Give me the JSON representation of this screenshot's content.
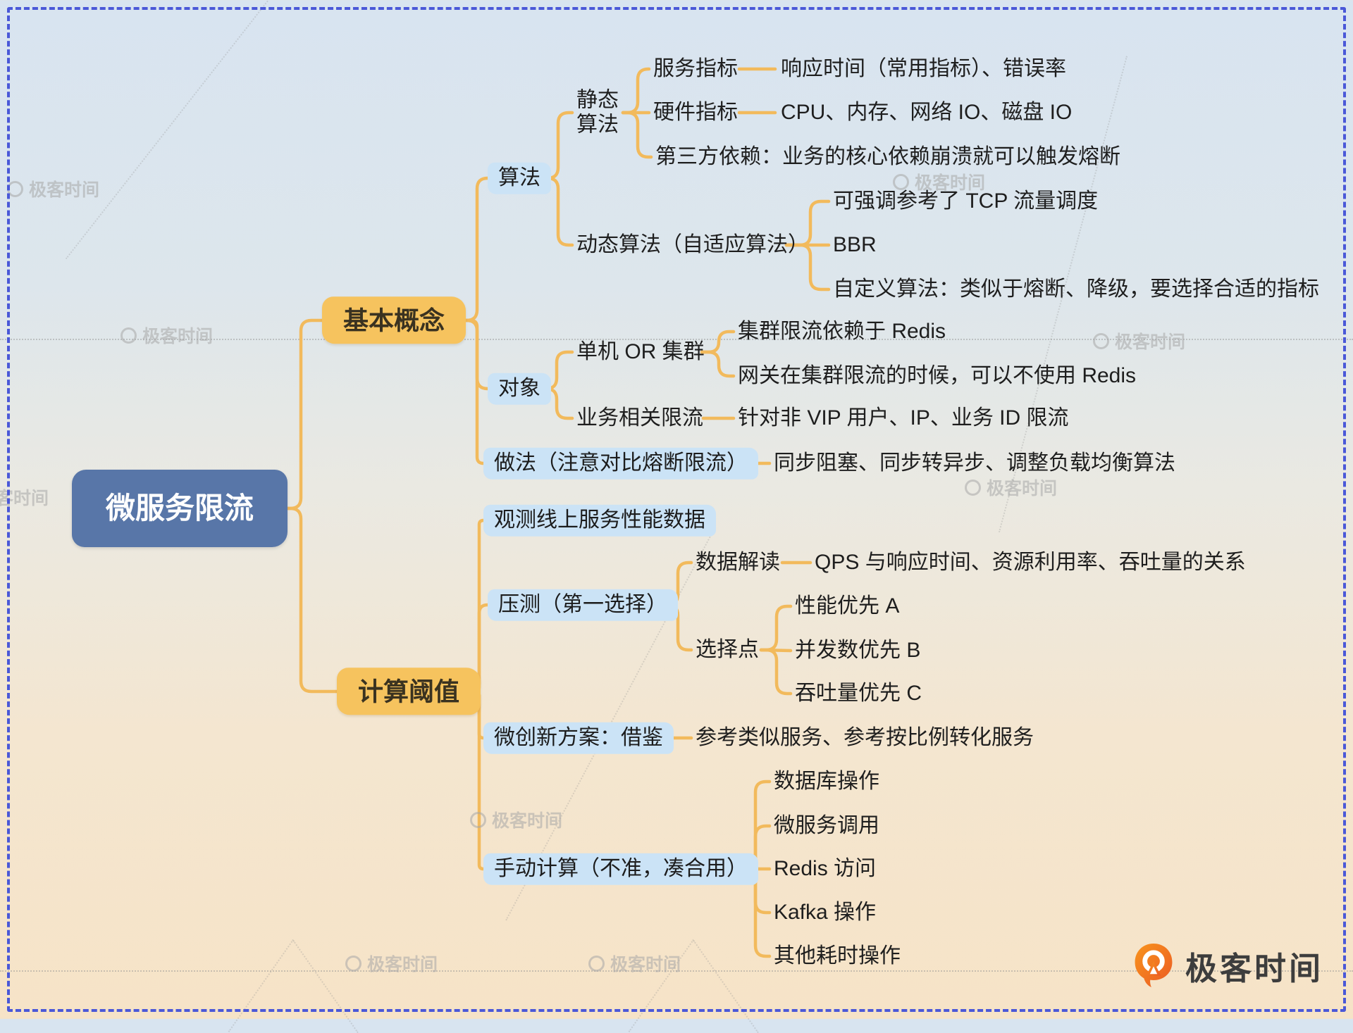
{
  "mindmap": {
    "root": {
      "label": "微服务限流"
    },
    "branches": [
      {
        "label": "基本概念",
        "children": [
          {
            "label": "算法",
            "children": [
              {
                "label": "静态算法",
                "lines": [
                  "静态",
                  "算法"
                ],
                "children": [
                  {
                    "label": "服务指标",
                    "children": [
                      {
                        "label": "响应时间（常用指标）、错误率"
                      }
                    ]
                  },
                  {
                    "label": "硬件指标",
                    "children": [
                      {
                        "label": "CPU、内存、网络 IO、磁盘 IO"
                      }
                    ]
                  },
                  {
                    "label": "第三方依赖：业务的核心依赖崩溃就可以触发熔断"
                  }
                ]
              },
              {
                "label": "动态算法（自适应算法）",
                "children": [
                  {
                    "label": "可强调参考了 TCP 流量调度"
                  },
                  {
                    "label": "BBR"
                  },
                  {
                    "label": "自定义算法：类似于熔断、降级，要选择合适的指标"
                  }
                ]
              }
            ]
          },
          {
            "label": "对象",
            "children": [
              {
                "label": "单机 OR 集群",
                "children": [
                  {
                    "label": "集群限流依赖于 Redis"
                  },
                  {
                    "label": "网关在集群限流的时候，可以不使用 Redis"
                  }
                ]
              },
              {
                "label": "业务相关限流",
                "children": [
                  {
                    "label": "针对非 VIP 用户、IP、业务 ID 限流"
                  }
                ]
              }
            ]
          },
          {
            "label": "做法（注意对比熔断限流）",
            "children": [
              {
                "label": "同步阻塞、同步转异步、调整负载均衡算法"
              }
            ]
          }
        ]
      },
      {
        "label": "计算阈值",
        "children": [
          {
            "label": "观测线上服务性能数据"
          },
          {
            "label": "压测（第一选择）",
            "children": [
              {
                "label": "数据解读",
                "children": [
                  {
                    "label": "QPS 与响应时间、资源利用率、吞吐量的关系"
                  }
                ]
              },
              {
                "label": "选择点",
                "children": [
                  {
                    "label": "性能优先 A"
                  },
                  {
                    "label": "并发数优先 B"
                  },
                  {
                    "label": "吞吐量优先 C"
                  }
                ]
              }
            ]
          },
          {
            "label": "微创新方案：借鉴",
            "children": [
              {
                "label": "参考类似服务、参考按比例转化服务"
              }
            ]
          },
          {
            "label": "手动计算（不准，凑合用）",
            "children": [
              {
                "label": "数据库操作"
              },
              {
                "label": "微服务调用"
              },
              {
                "label": "Redis 访问"
              },
              {
                "label": "Kafka 操作"
              },
              {
                "label": "其他耗时操作"
              }
            ]
          }
        ]
      }
    ]
  },
  "watermark": {
    "label": "极客时间"
  },
  "brand": {
    "label": "极客时间"
  },
  "colors": {
    "connector": "#f2ba5c",
    "root_bg": "#5876a8",
    "branch_bg": "#f6c35e",
    "topic_bg": "#cbe3f6",
    "border": "#4a58d8",
    "brand_orange_1": "#f8941d",
    "brand_orange_2": "#eb5a24"
  }
}
